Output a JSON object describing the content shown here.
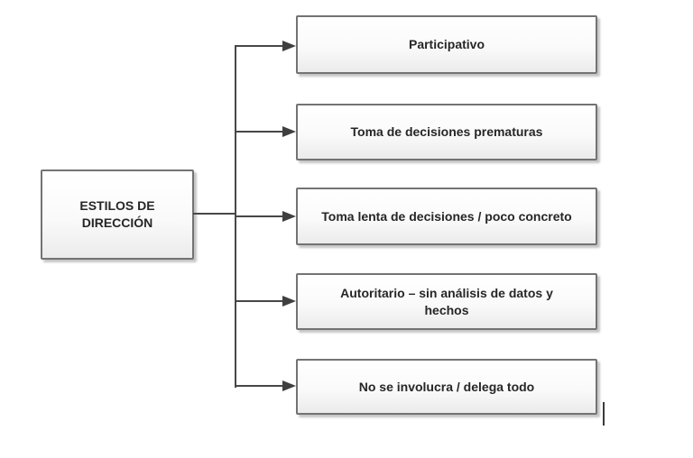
{
  "diagram": {
    "type": "flowchart",
    "root": {
      "label": "ESTILOS DE DIRECCIÓN",
      "line1": "ESTILOS DE",
      "line2": "DIRECCIÓN"
    },
    "branches": [
      {
        "label": "Participativo"
      },
      {
        "label": "Toma de decisiones prematuras"
      },
      {
        "label": "Toma lenta de decisiones / poco concreto"
      },
      {
        "label": "Autoritario – sin análisis de datos y hechos"
      },
      {
        "label": "No se involucra / delega todo"
      }
    ],
    "colors": {
      "background": "#ffffff",
      "box_border": "#737373",
      "box_fill_top": "#ffffff",
      "box_fill_bottom": "#ebebeb",
      "connector": "#474747",
      "arrow": "#3f3f3f",
      "text": "#262626",
      "shadow": "#bdbdbd"
    }
  }
}
